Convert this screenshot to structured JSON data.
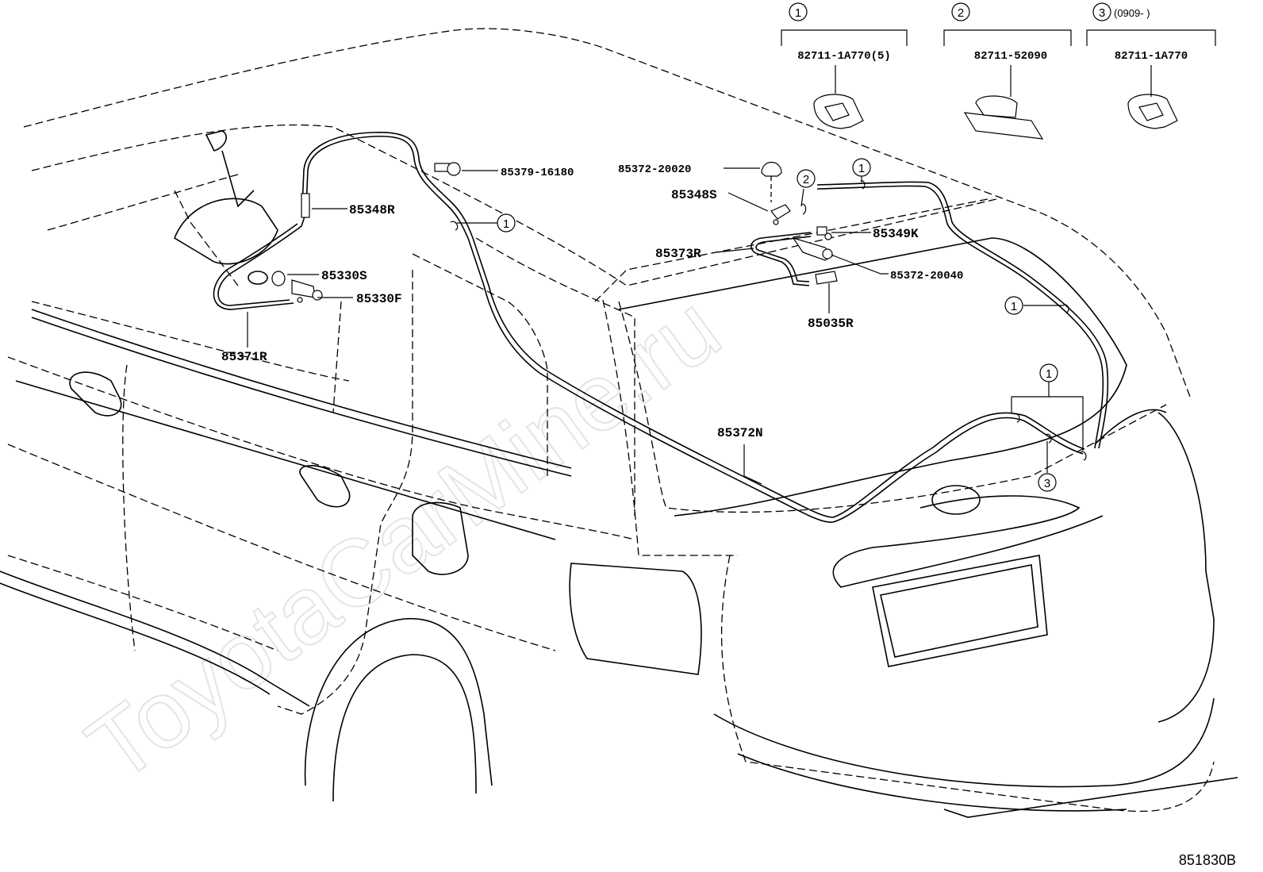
{
  "watermark": "ToyotaCarMine.ru",
  "diagram_code": "851830B",
  "variants": [
    {
      "key": "1",
      "tag": "①",
      "note": "",
      "part": "82711-1A770(5)"
    },
    {
      "key": "2",
      "tag": "②",
      "note": "",
      "part": "82711-52090"
    },
    {
      "key": "3",
      "tag": "③",
      "note": "(0909-        )",
      "part": "82711-1A770"
    }
  ],
  "parts": {
    "p85379_16180": "85379-16180",
    "p85372_20020": "85372-20020",
    "p85348R": "85348R",
    "p85348S": "85348S",
    "p85349K": "85349K",
    "p85373R": "85373R",
    "p85372_20040": "85372-20040",
    "p85330S": "85330S",
    "p85330F": "85330F",
    "p85035R": "85035R",
    "p85371R": "85371R",
    "p85372N": "85372N"
  },
  "markers": {
    "one": "1",
    "two": "2",
    "three": "3"
  }
}
